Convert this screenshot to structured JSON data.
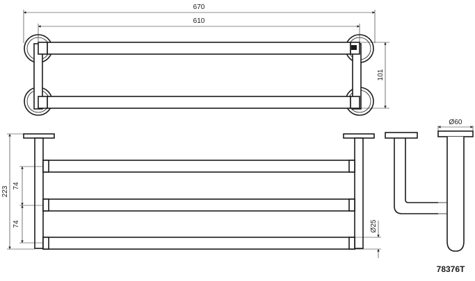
{
  "dimensions": {
    "overall_width": "670",
    "bar_length": "610",
    "bar_spacing_depth": "101",
    "total_height": "223",
    "upper_spacing": "74",
    "lower_spacing": "74",
    "bar_diameter": "Ø25",
    "flange_diameter": "Ø60"
  },
  "product_code": "78376T",
  "colors": {
    "line": "#1a1a1a",
    "background": "#ffffff"
  }
}
